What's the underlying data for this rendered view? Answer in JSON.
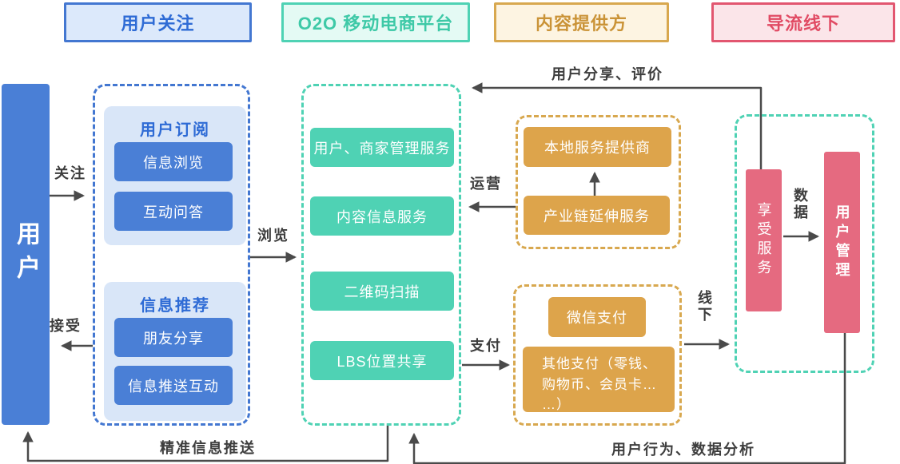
{
  "colors": {
    "blue": "#4a7fd6",
    "blue-border": "#4377d1",
    "blue-light": "#d9e6f8",
    "blue-header-bg": "#dce9fb",
    "blue-text": "#2e6bd5",
    "teal": "#4fd2b4",
    "teal-header-bg": "#e4faf4",
    "teal-text": "#3ec9a7",
    "orange": "#dda44b",
    "orange-border": "#d8a84f",
    "orange-header-bg": "#fdf4e2",
    "orange-text": "#ca9337",
    "pink": "#e56a80",
    "pink-border": "#e25670",
    "pink-header-bg": "#fbe5e9",
    "pink-text": "#e14b64",
    "arrow": "#4a4a4a"
  },
  "headers": {
    "user_follow": "用户关注",
    "platform": "O2O 移动电商平台",
    "content_provider": "内容提供方",
    "offline": "导流线下"
  },
  "user": {
    "label": "用户"
  },
  "subscribe": {
    "title": "用户订阅",
    "items": [
      "信息浏览",
      "互动问答"
    ]
  },
  "recommend": {
    "title": "信息推荐",
    "items": [
      "朋友分享",
      "信息推送互动"
    ]
  },
  "platform": {
    "services": [
      "用户、商家管理服务",
      "内容信息服务",
      "二维码扫描",
      "LBS位置共享"
    ]
  },
  "provider": {
    "items": [
      "本地服务提供商",
      "产业链延伸服务"
    ]
  },
  "payment": {
    "wechat": "微信支付",
    "other": "其他支付（零钱、\n购物币、会员卡…\n…）"
  },
  "offline_zone": {
    "enjoy": "享受服务",
    "manage": "用户管理"
  },
  "labels": {
    "follow": "关注",
    "accept": "接受",
    "browse": "浏览",
    "operate": "运营",
    "pay": "支付",
    "offline": "线下",
    "data": "数据",
    "share": "用户分享、评价",
    "push": "精准信息推送",
    "analysis": "用户行为、数据分析"
  }
}
